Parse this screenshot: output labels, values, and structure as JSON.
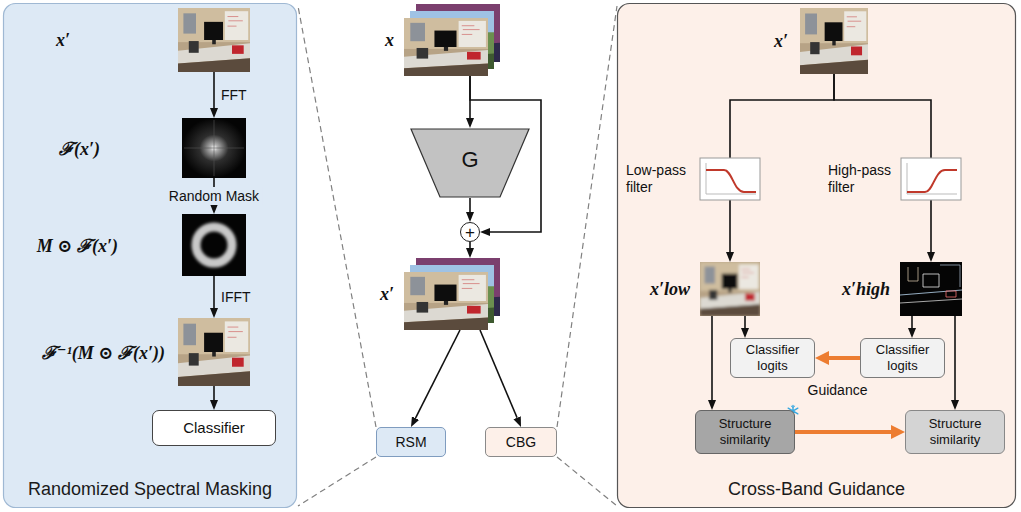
{
  "diagram": {
    "nodes": [
      {
        "text": [
          "Randomized Spectral Masking"
        ]
      },
      {
        "text": [
          "x′"
        ],
        "in": 0
      },
      {
        "text": [
          "ℱ(x′)"
        ],
        "in": 0
      },
      {
        "text": [
          "M ⊙ ℱ(x′)"
        ],
        "in": 0
      },
      {
        "text": [
          "ℱ⁻¹(M ⊙ ℱ(x′))"
        ],
        "in": 0
      },
      {
        "text": [
          "Classifier"
        ],
        "in": 0
      },
      {
        "text": [
          "x"
        ]
      },
      {
        "text": [
          "G"
        ]
      },
      {
        "text": [
          "+"
        ]
      },
      {
        "text": [
          "x′"
        ]
      },
      {
        "text": [
          "RSM"
        ]
      },
      {
        "text": [
          "CBG"
        ]
      },
      {
        "text": [
          "Cross-Band Guidance"
        ]
      },
      {
        "text": [
          "x′"
        ],
        "in": 12
      },
      {
        "text": [
          "x′low"
        ],
        "in": 12
      },
      {
        "text": [
          "x′high"
        ],
        "in": 12
      },
      {
        "text": [
          "Classifier logits"
        ],
        "in": 12
      },
      {
        "text": [
          "Classifier logits"
        ],
        "in": 12
      },
      {
        "text": [
          "Structure similarity"
        ],
        "in": 12
      },
      {
        "text": [
          "Structure similarity"
        ],
        "in": 12
      }
    ],
    "edges": [
      {
        "from": 1,
        "to": 2,
        "arrow": "to",
        "label": "FFT"
      },
      {
        "from": 2,
        "to": 3,
        "arrow": "to",
        "label": "Random Mask"
      },
      {
        "from": 3,
        "to": 4,
        "arrow": "to",
        "label": "IFFT"
      },
      {
        "from": 4,
        "to": 5,
        "arrow": "to"
      },
      {
        "from": 6,
        "to": 7,
        "arrow": "to"
      },
      {
        "from": 6,
        "to": 8,
        "arrow": "to"
      },
      {
        "from": 7,
        "to": 8,
        "arrow": "to"
      },
      {
        "from": 8,
        "to": 9,
        "arrow": "to"
      },
      {
        "from": 9,
        "to": 10,
        "arrow": "to"
      },
      {
        "from": 9,
        "to": 11,
        "arrow": "to"
      },
      {
        "from": 13,
        "to": 14,
        "arrow": "to"
      },
      {
        "from": 13,
        "to": 15,
        "arrow": "to"
      },
      {
        "from": 14,
        "to": 16,
        "arrow": "to"
      },
      {
        "from": 14,
        "to": 18,
        "arrow": "to"
      },
      {
        "from": 15,
        "to": 17,
        "arrow": "to"
      },
      {
        "from": 15,
        "to": 19,
        "arrow": "to"
      },
      {
        "from": 17,
        "to": 16,
        "arrow": "to",
        "label": "Guidance"
      },
      {
        "from": 18,
        "to": 19,
        "arrow": "to"
      }
    ],
    "labels": [
      "Low-pass filter",
      "High-pass filter"
    ]
  }
}
